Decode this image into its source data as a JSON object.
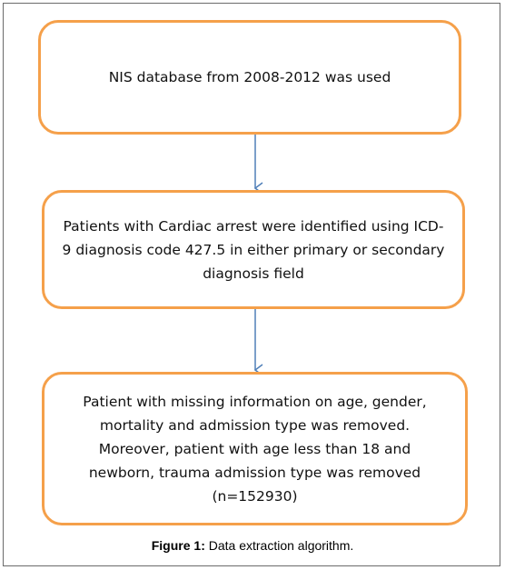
{
  "flowchart": {
    "steps": [
      {
        "text": "NIS database from 2008-2012 was used"
      },
      {
        "text": "Patients with Cardiac arrest were identified using ICD-\n9 diagnosis code 427.5 in either primary or secondary\ndiagnosis field"
      },
      {
        "text": "Patient with missing information on age, gender,\nmortality and admission type was removed.\nMoreover, patient with age less than 18 and\nnewborn, trauma admission type was removed\n(n=152930)"
      }
    ]
  },
  "caption": {
    "label": "Figure 1:",
    "text": " Data extraction algorithm."
  },
  "colors": {
    "box_border": "#f5a04a",
    "arrow": "#4f7fb8"
  }
}
